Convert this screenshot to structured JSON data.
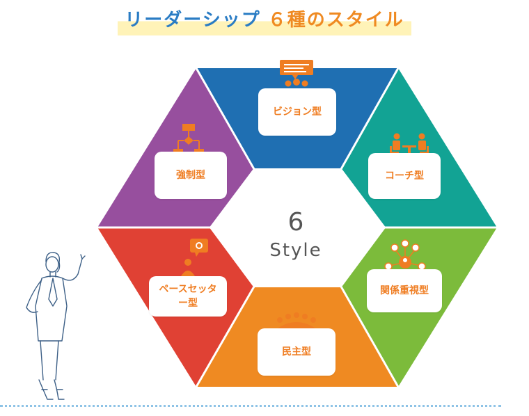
{
  "title": {
    "part1": "リーダーシップ",
    "part2": "６種のスタイル"
  },
  "center": {
    "number": "6",
    "word": "Style"
  },
  "segments": [
    {
      "id": "vision",
      "label": "ビジョン型",
      "color": "#1f6fb2",
      "icon": "presentation-group-icon"
    },
    {
      "id": "coach",
      "label": "コーチ型",
      "color": "#12a394",
      "icon": "two-people-table-icon"
    },
    {
      "id": "relation",
      "label": "関係重視型",
      "color": "#7cbb3b",
      "icon": "network-people-icon"
    },
    {
      "id": "democratic",
      "label": "民主型",
      "color": "#ef8a22",
      "icon": "meeting-circle-icon"
    },
    {
      "id": "pacesetter",
      "label": "ペースセッター型",
      "color": "#e04134",
      "icon": "person-idea-icon"
    },
    {
      "id": "coercive",
      "label": "強制型",
      "color": "#974f9e",
      "icon": "flowchart-icon"
    }
  ],
  "colors": {
    "icon": "#ef7d22",
    "ground": "#8ec3e6",
    "figure_line": "#3c5f86"
  }
}
